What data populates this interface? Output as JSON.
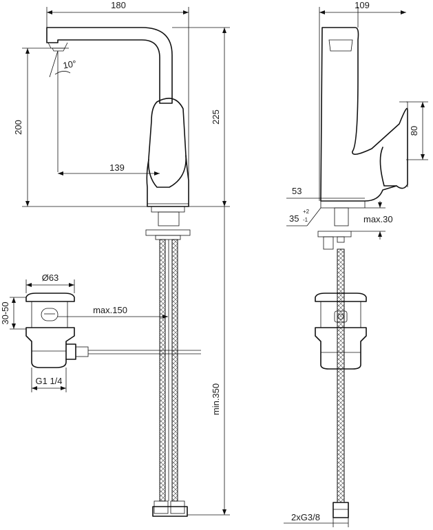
{
  "dimensions": {
    "width_180": "180",
    "width_109": "109",
    "height_200": "200",
    "height_225": "225",
    "angle_10": "10°",
    "reach_139": "139",
    "lever_80": "80",
    "base_53": "53",
    "mount_35": "35",
    "mount_tol_plus": "+2",
    "mount_tol_minus": "-1",
    "max_30": "max.30",
    "diameter_63": "Ø63",
    "height_30_50": "30-50",
    "max_150": "max.150",
    "thread_g1": "G1 1/4",
    "min_350": "min.350",
    "connection_g38": "2xG3/8"
  }
}
